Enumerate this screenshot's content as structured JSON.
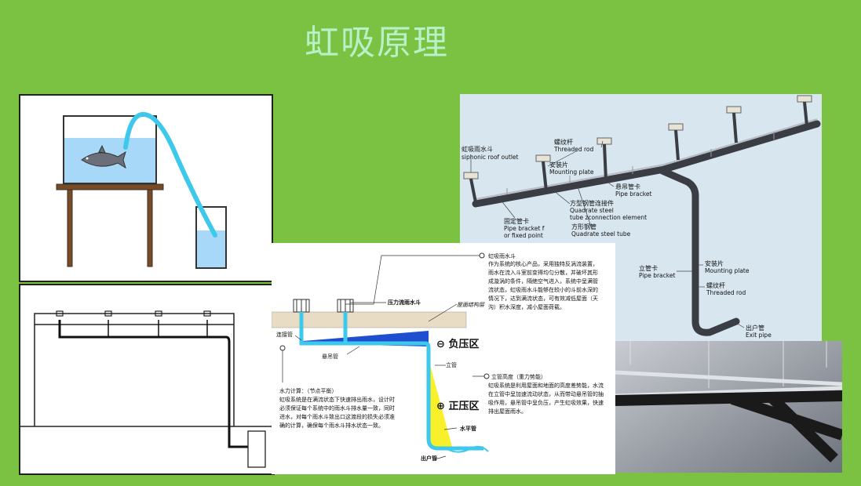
{
  "title": "虹吸原理",
  "system": {
    "siphonic_outlet_cn": "虹吸雨水斗",
    "siphonic_outlet_en": "siphonic roof outlet",
    "threaded_rod_cn_top": "螺纹杆",
    "threaded_rod_en_top": "Threaded rod",
    "mounting_plate_cn_top": "安装片",
    "mounting_plate_en_top": "Mounting plate",
    "pipe_bracket_cn_top": "悬吊管卡",
    "pipe_bracket_en_top": "Pipe bracket",
    "quadrate_conn_cn": "方型钢管连接件",
    "quadrate_conn_en1": "Quadrate steel",
    "quadrate_conn_en2": "tube zconnection element",
    "fixed_bracket_cn": "固定管卡",
    "fixed_bracket_en1": "Pipe bracket f",
    "fixed_bracket_en2": "or fixed point",
    "quadrate_tube_cn": "方形钢管",
    "quadrate_tube_en": "Quadrate steel tube",
    "riser_bracket_cn": "立管卡",
    "riser_bracket_en": "Pipe bracket",
    "mounting_plate_cn_r": "安装片",
    "mounting_plate_en_r": "Mounting plate",
    "threaded_rod_cn_r": "螺纹杆",
    "threaded_rod_en_r": "Threaded rod",
    "exit_pipe_cn": "出户管",
    "exit_pipe_en": "Exit pipe"
  },
  "principle": {
    "outlet_title": "虹吸雨水斗",
    "outlet_text": "作为系统的核心产品，采用独特反涡流装置，\n雨水在流入斗室前变得均匀分散，并破坏其形\n成漩涡的条件，隔绝空气进入，系统中呈满管\n流状态，虹吸雨水斗能够在较小的斗前水深的\n情况下，达到满流状态，可有效减低屋面（天\n沟）积水深度，减小屋面荷载。",
    "pressure_outlet_label": "压力流雨水斗",
    "roof_layer_label": "屋面结构层",
    "connector_label": "连接管",
    "suspended_label": "悬吊管",
    "negative_zone": "负压区",
    "positive_zone": "正压区",
    "riser_label": "立管",
    "horizontal_label": "水平管",
    "exit_label": "出户管",
    "calc_title": "水力计算：（节点平衡）",
    "calc_text": "虹吸系统是在满流状态下快速排出雨水，设计时\n必须保证每个系统中的雨水斗排水量一致，同时\n进水，对每个雨水斗致出口这渡段的损失必须准\n确的计算，确保每个雨水斗排水状态一致。",
    "height_title": "立管高度（重力势能）",
    "height_text": "虹吸系统是利用屋面和地面的高度差势能，水流\n在立管中呈加速流动状态，从而带动悬吊管的抽\n吸作用，悬吊管中呈负压，产生虹吸效果，快速\n排出屋面雨水。",
    "minus_sign": "⊖",
    "plus_sign": "⊕"
  },
  "colors": {
    "background": "#7cc242",
    "title": "#b8f0c8",
    "water": "#a8d8f8",
    "tube": "#3ec8ec",
    "negative_fill": "#1f4fd0",
    "positive_fill": "#f7f02a"
  }
}
